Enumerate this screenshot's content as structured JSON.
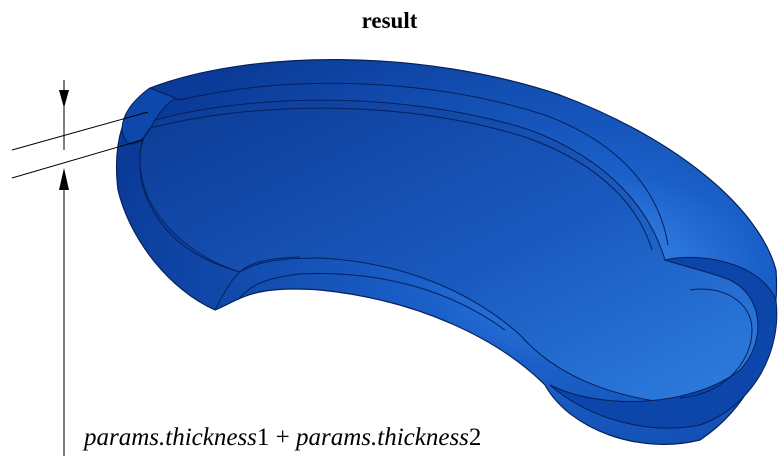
{
  "title": "result",
  "dimension": {
    "term1_var": "params.thickness",
    "term1_idx": "1",
    "operator": " + ",
    "term2_var": "params.thickness",
    "term2_idx": "2"
  },
  "colors": {
    "body": "#1452b8",
    "body_dark": "#0a3590",
    "body_light": "#3d8ef0",
    "edge": "#06205a",
    "line": "#000000"
  }
}
